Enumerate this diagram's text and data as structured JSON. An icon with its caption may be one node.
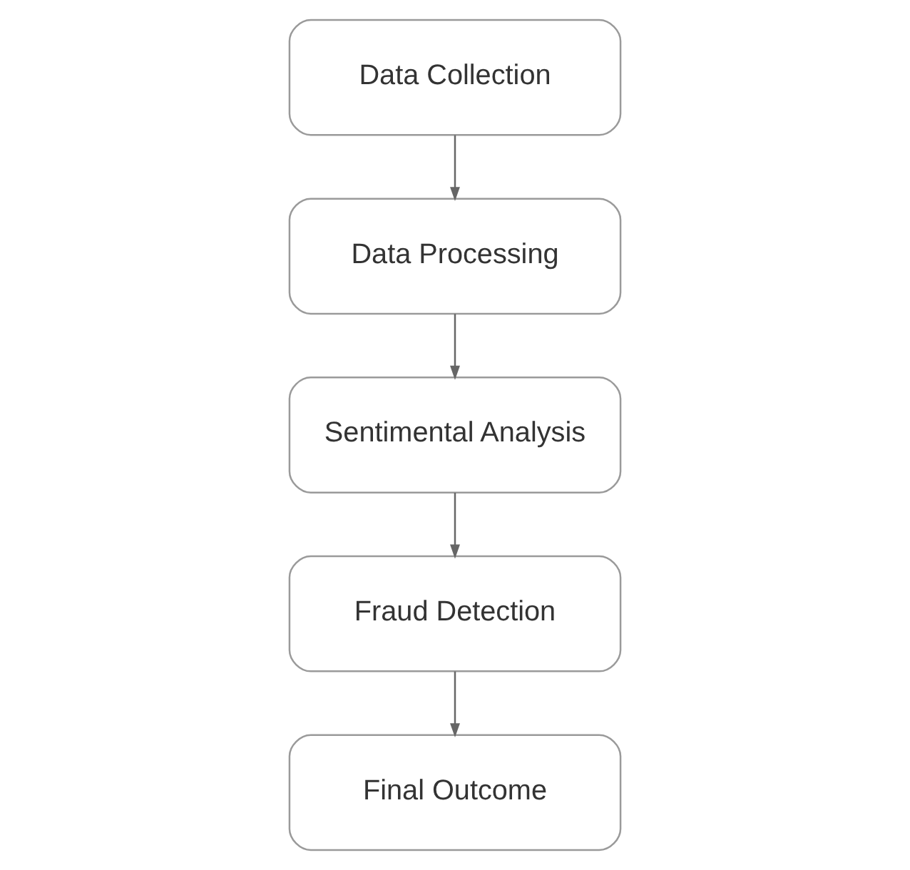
{
  "diagram": {
    "nodes": [
      {
        "text": [
          "Data Collection"
        ]
      },
      {
        "text": [
          "Data Processing"
        ]
      },
      {
        "text": [
          "Sentimental Analysis"
        ]
      },
      {
        "text": [
          "Fraud Detection"
        ]
      },
      {
        "text": [
          "Final Outcome"
        ]
      }
    ],
    "edges": [
      {
        "from": 0,
        "to": 1,
        "arrow": "to"
      },
      {
        "from": 1,
        "to": 2,
        "arrow": "to"
      },
      {
        "from": 2,
        "to": 3,
        "arrow": "to"
      },
      {
        "from": 3,
        "to": 4,
        "arrow": "to"
      }
    ]
  }
}
